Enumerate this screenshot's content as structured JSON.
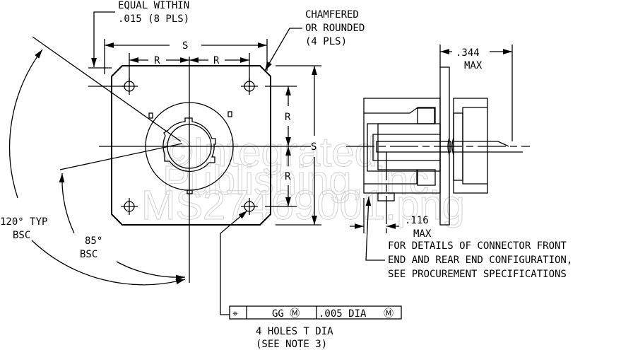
{
  "notes": {
    "equal_within_1": "EQUAL WITHIN",
    "equal_within_2": ".015 (8 PLS)",
    "chamfer_1": "CHAMFERED",
    "chamfer_2": "OR ROUNDED",
    "chamfer_3": "(4 PLS)",
    "angle_120_1": "120° TYP",
    "angle_120_2": "BSC",
    "angle_85_1": "85°",
    "angle_85_2": "BSC",
    "details_1": "FOR DETAILS OF CONNECTOR FRONT",
    "details_2": "END AND REAR END CONFIGURATION,",
    "details_3": "SEE PROCUREMENT SPECIFICATIONS",
    "holes_1": "4 HOLES T DIA",
    "holes_2": "(SEE NOTE 3)"
  },
  "dimensions": {
    "s_top": "S",
    "r_top_left": "R",
    "r_top_right": "R",
    "r_right_upper": "R",
    "r_right_lower": "R",
    "s_right": "S",
    "d344": ".344",
    "d344_max": "MAX",
    "d116": ".116",
    "d116_max": "MAX"
  },
  "feature_control_frame": {
    "symbol": "⌖",
    "datum": "GG Ⓜ",
    "tolerance": ".005 DIA",
    "modifier": "Ⓜ"
  },
  "watermark": [
    "©Integrated",
    "Publishing, Inc.",
    "MS27469001.png"
  ]
}
